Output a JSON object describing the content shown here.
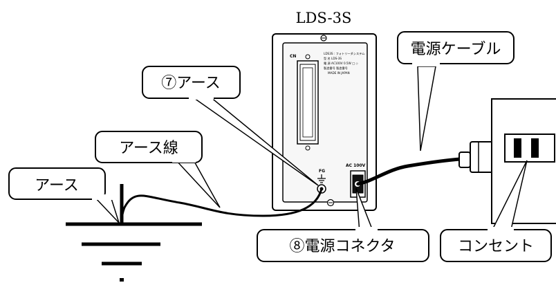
{
  "device": {
    "model_title": "LDS-3S",
    "cn_label": "CN",
    "fg_label": "FG",
    "ac_label": "AC 100V",
    "nameplate_lines": [
      "LDS3S    : フォトリーダシステム",
      "型  名    LDS-3S",
      "電  源    AC100V    0.5W  □ ◇",
      "製造番号   製造番号",
      "MADE IN JAPAN"
    ]
  },
  "callouts": {
    "power_cable": "電源ケーブル",
    "earth_terminal": "⑦アース",
    "earth_wire": "アース線",
    "earth": "アース",
    "power_connector": "⑧電源コネクタ",
    "outlet": "コンセント"
  },
  "colors": {
    "line": "#000000",
    "background": "#ffffff",
    "device_face": "#f7f7f7"
  }
}
